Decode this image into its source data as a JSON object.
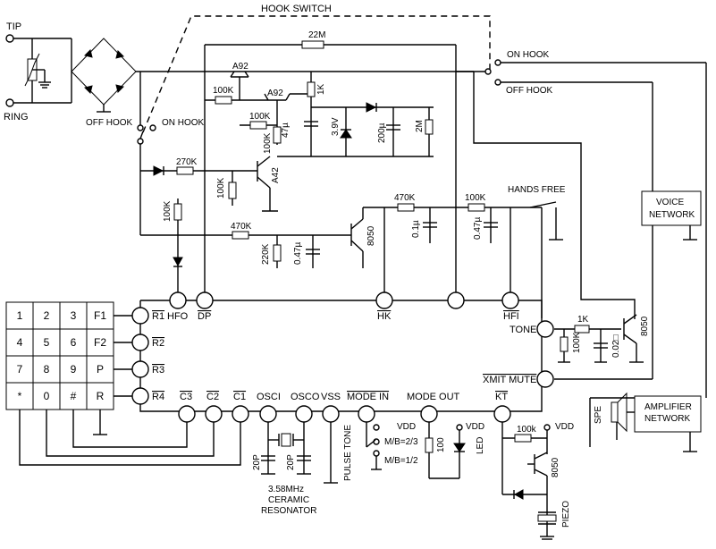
{
  "labels": {
    "hook_switch": "HOOK SWITCH",
    "tip": "TIP",
    "ring": "RING",
    "off_hook_left": "OFF HOOK",
    "on_hook_left": "ON HOOK",
    "on_hook_right": "ON HOOK",
    "off_hook_right": "OFF HOOK",
    "hands_free": "HANDS FREE",
    "voice_network_1": "VOICE",
    "voice_network_2": "NETWORK",
    "amp_network_1": "AMPLIFIER",
    "amp_network_2": "NETWORK",
    "speaker": "SPE",
    "tone": "TONE",
    "xmit_mute": "XMIT MUTE",
    "resonator_1": "3.58MHz",
    "resonator_2": "CERAMIC",
    "resonator_3": "RESONATOR",
    "pulse_tone": "PULSE TONE",
    "mb_23": "M/B=2/3",
    "mb_12": "M/B=1/2",
    "led": "LED",
    "piezo": "PIEZO",
    "vdd1": "VDD",
    "vdd2": "VDD",
    "vdd3": "VDD"
  },
  "components": {
    "r22m": "22M",
    "a92_1": "A92",
    "a92_2": "A92",
    "r100k_1": "100K",
    "r100k_2": "100K",
    "r1k_1": "1K",
    "c47u": "47µ",
    "z39v": "3.9V",
    "c200u": "200µ",
    "r2m": "2M",
    "r100k_3": "100K",
    "a42": "A42",
    "r270k": "270K",
    "r100k_4": "100K",
    "r100k_5": "100K",
    "r470k_1": "470K",
    "r220k": "220K",
    "c047u_1": "0.47µ",
    "q8050_1": "8050",
    "r470k_2": "470K",
    "c01u": "0.1µ",
    "r100k_6": "100K",
    "c047u_2": "0.47µ",
    "r1k_2": "1K",
    "r100k_7": "100K",
    "c002": "0.02□",
    "q8050_2": "8050",
    "c20p_1": "20P",
    "c20p_2": "20P",
    "r100": "100",
    "r100k_8": "100k",
    "q8050_3": "8050"
  },
  "pins": {
    "r1": "R1",
    "hfo": "HFO",
    "dp": "DP",
    "hk": "HK",
    "hfi": "HFI",
    "r2": "R2",
    "r3": "R3",
    "r4": "R4",
    "c3": "C3",
    "c2": "C2",
    "c1": "C1",
    "osci": "OSCI",
    "osco": "OSCO",
    "vss": "VSS",
    "mode_in": "MODE IN",
    "mode_out": "MODE OUT",
    "kt": "KT"
  },
  "keypad": [
    "1",
    "2",
    "3",
    "F1",
    "4",
    "5",
    "6",
    "F2",
    "7",
    "8",
    "9",
    "P",
    "*",
    "0",
    "#",
    "R"
  ]
}
